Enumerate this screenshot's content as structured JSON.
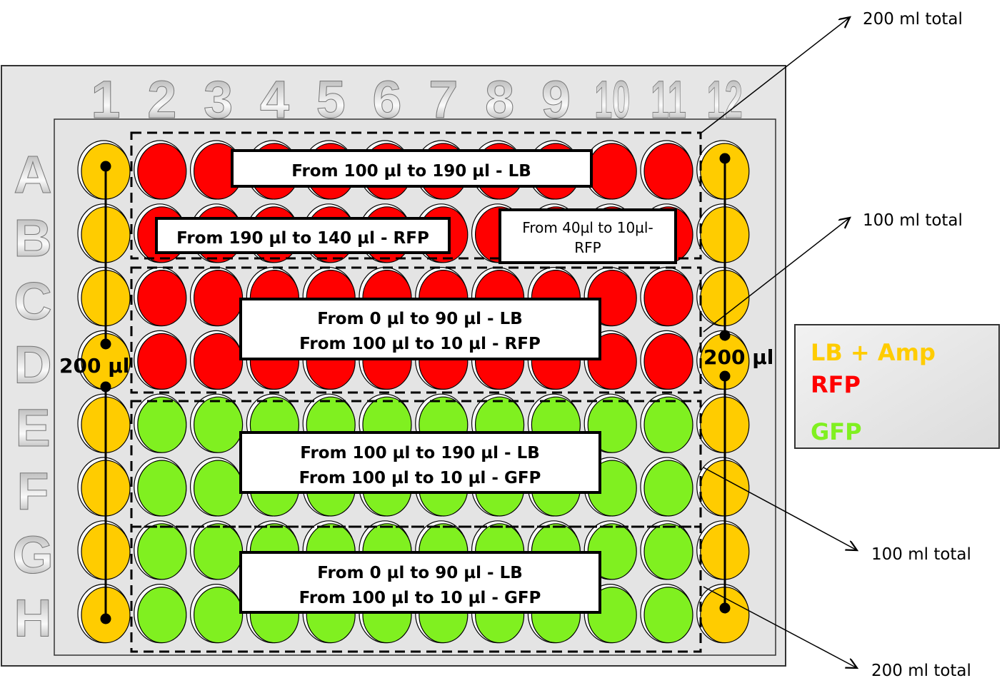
{
  "columns": [
    "1",
    "2",
    "3",
    "4",
    "5",
    "6",
    "7",
    "8",
    "9",
    "10",
    "11",
    "12"
  ],
  "rows": [
    "A",
    "B",
    "C",
    "D",
    "E",
    "F",
    "G",
    "H"
  ],
  "colors": {
    "lb_amp": "#ffcc00",
    "rfp": "#ff0000",
    "gfp": "#80f020",
    "plate": "#e6e6e6"
  },
  "boxes": {
    "b1": "From 100 µl to 190 µl - LB",
    "b2": "From 190 µl to 140 µl - RFP",
    "b3_l1": "From 40µl to 10µl-",
    "b3_l2": "RFP",
    "b4_l1": "From 0 µl to 90 µl - LB",
    "b4_l2": "From 100 µl to 10 µl - RFP",
    "b5_l1": "From 100 µl to 190 µl - LB",
    "b5_l2": "From 100 µl to 10 µl - GFP",
    "b6_l1": "From 0 µl to 90 µl - LB",
    "b6_l2": "From 100 µl to 10 µl - GFP"
  },
  "volumes": {
    "left": "200 µl",
    "right": "200 µl"
  },
  "annotations": {
    "a1": "200 ml total",
    "a2": "100 ml total",
    "a3": "100 ml total",
    "a4": "200 ml total"
  },
  "legend": {
    "lb_amp": "LB + Amp",
    "rfp": "RFP",
    "gfp": "GFP"
  }
}
